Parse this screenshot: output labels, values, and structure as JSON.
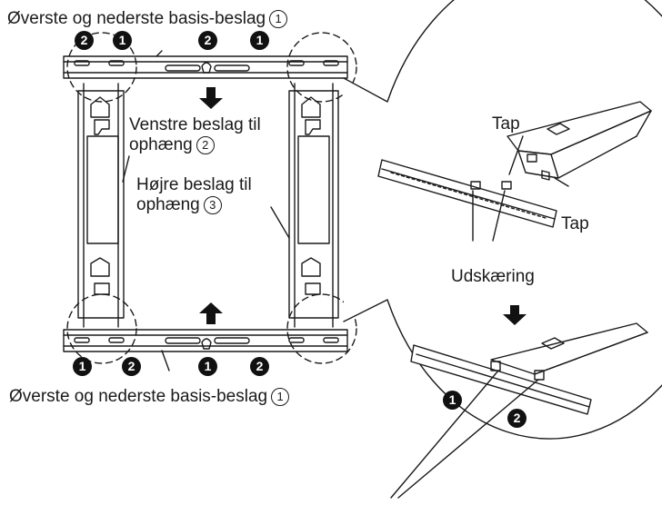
{
  "labels": {
    "top_bracket": "Øverste og nederste basis-beslag",
    "bottom_bracket": "Øverste og nederste basis-beslag",
    "left_hanger_line1": "Venstre beslag til",
    "left_hanger_line2": "ophæng",
    "right_hanger_line1": "Højre beslag til",
    "right_hanger_line2": "ophæng",
    "tap_top": "Tap",
    "tap_right": "Tap",
    "cutout": "Udskæring"
  },
  "part_numbers": {
    "base_bracket": "1",
    "left_hanger": "2",
    "right_hanger": "3"
  },
  "markers": {
    "one": "1",
    "two": "2"
  },
  "colors": {
    "line": "#1a1a1a",
    "marker_fill": "#111111",
    "marker_text": "#ffffff",
    "background": "#ffffff"
  }
}
